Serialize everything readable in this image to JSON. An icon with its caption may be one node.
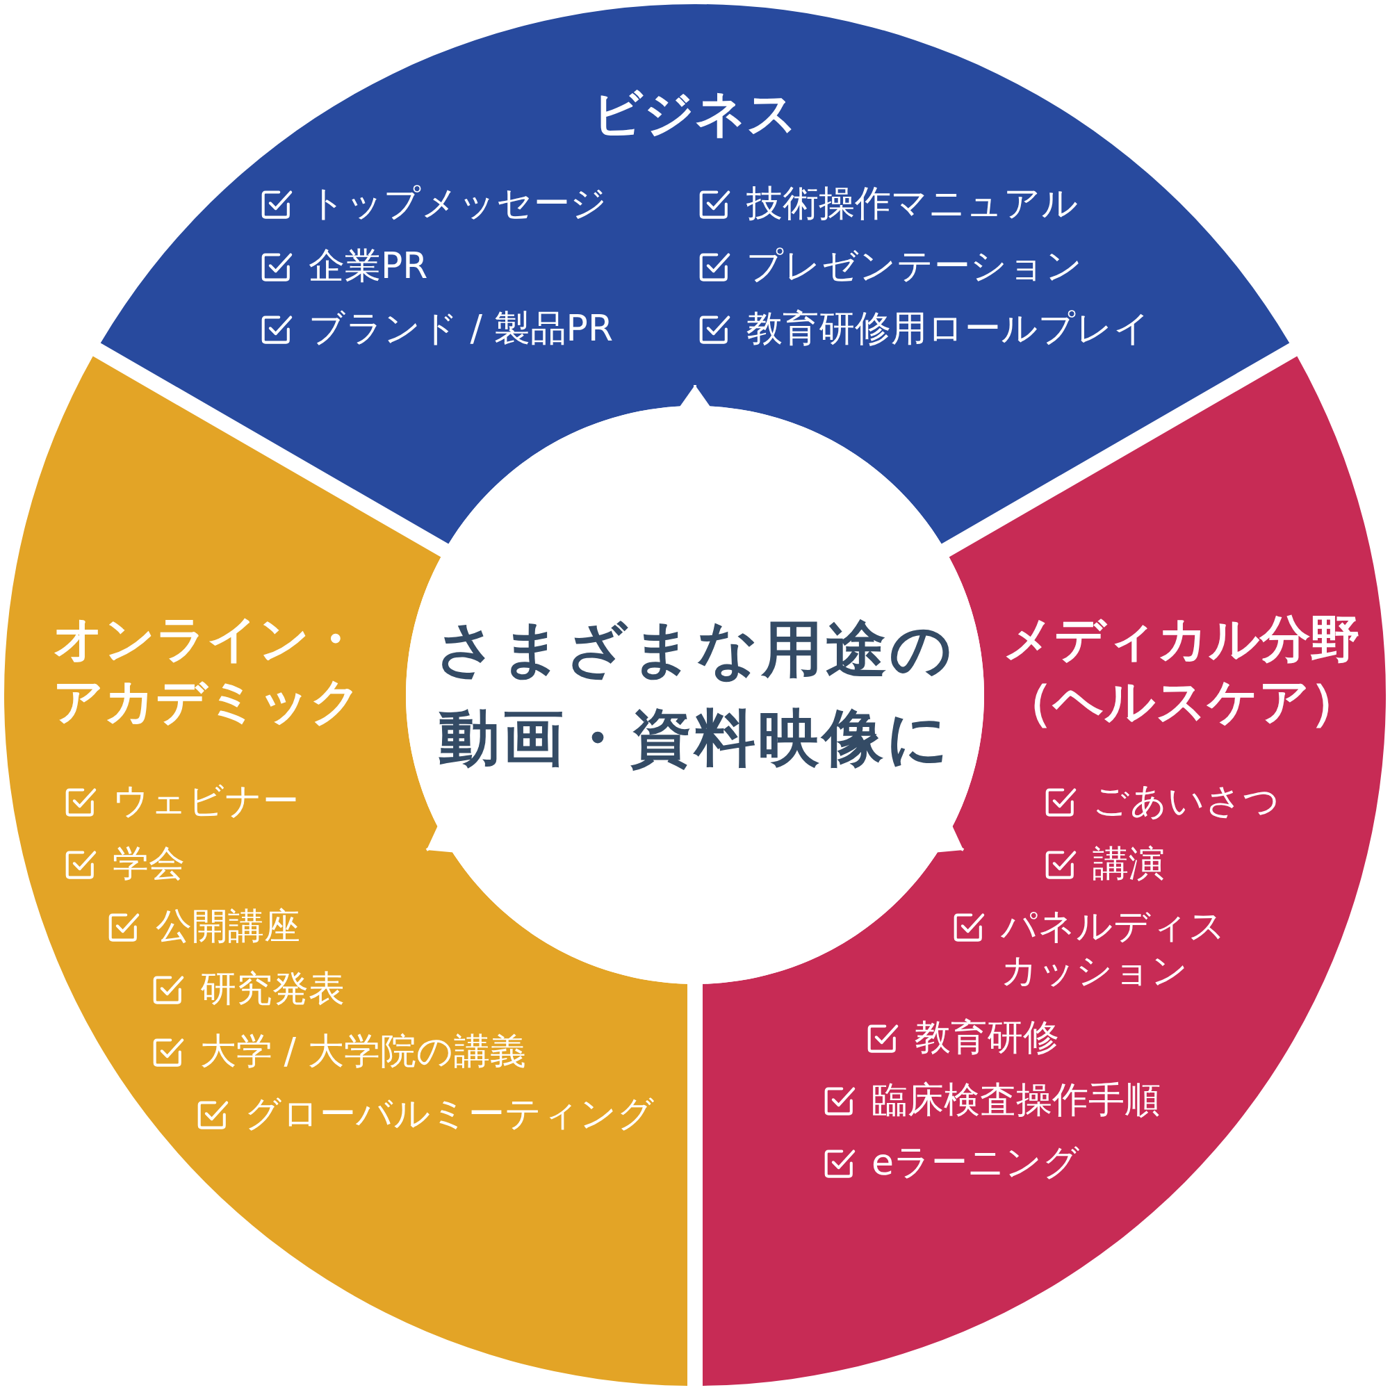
{
  "diagram": {
    "nodes": [
      {
        "text": [
          "ビジネス",
          "トップメッセージ",
          "企業PR",
          "ブランド / 製品PR",
          "技術操作マニュアル",
          "プレゼンテーション",
          "教育研修用ロールプレイ"
        ]
      },
      {
        "text": [
          "さまざまな用途の動画・資料映像に"
        ]
      },
      {
        "text": [
          "オンライン・アカデミック",
          "ウェビナー",
          "学会",
          "公開講座",
          "研究発表",
          "大学 / 大学院の講義",
          "グローバルミーティング"
        ]
      },
      {
        "text": [
          "メディカル分野（ヘルスケア）",
          "ごあいさつ",
          "講演",
          "パネルディスカッション",
          "教育研修",
          "臨床検査操作手順",
          "eラーニング"
        ]
      }
    ],
    "edges": [
      {
        "from": 1,
        "to": 0,
        "arrow": "to"
      },
      {
        "from": 1,
        "to": 2,
        "arrow": "to"
      },
      {
        "from": 1,
        "to": 3,
        "arrow": "to"
      }
    ]
  }
}
